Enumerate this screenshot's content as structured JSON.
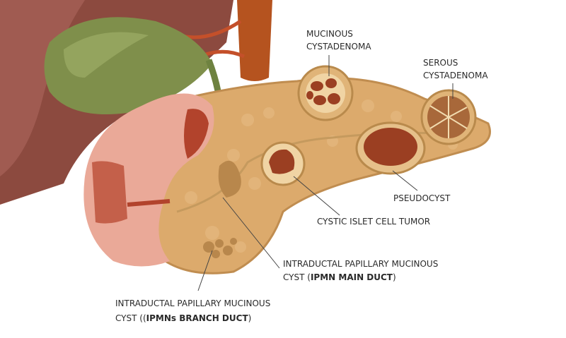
{
  "labels": {
    "mucinous": {
      "line1": "MUCINOUS",
      "line2": "CYSTADENOMA"
    },
    "serous": {
      "line1": "SEROUS",
      "line2": "CYSTADENOMA"
    },
    "pseudocyst": "PSEUDOCYST",
    "islet": "CYSTIC ISLET CELL TUMOR",
    "ipmn_main": {
      "line1": "INTRADUCTAL PAPILLARY MUCINOUS",
      "line2_prefix": "CYST  (",
      "line2_bold": "IPMN MAIN DUCT",
      "line2_suffix": ")"
    },
    "ipmn_branch": {
      "line1": "INTRADUCTAL PAPILLARY MUCINOUS",
      "line2_prefix": "CYST  ((",
      "line2_bold": "IPMNs BRANCH DUCT",
      "line2_suffix": ")"
    }
  },
  "colors": {
    "liver": "#8c4a3f",
    "gallbladder": "#7f8f4b",
    "pancreas": "#dcaa6c",
    "duodenum": "#eaa998",
    "vessel": "#b5531f"
  }
}
